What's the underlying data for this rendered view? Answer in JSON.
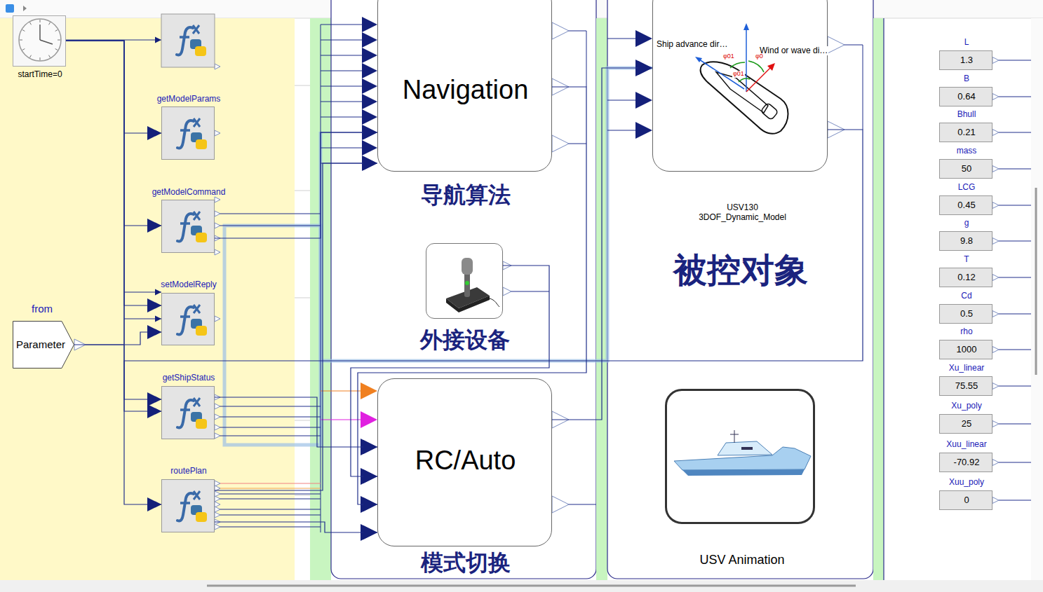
{
  "diagram": {
    "nodes": [
      {
        "text": [
          "startTime=0"
        ]
      },
      {
        "text": [
          "getModelParams"
        ]
      },
      {
        "text": [
          "getModelCommand"
        ]
      },
      {
        "text": [
          "setModelReply"
        ]
      },
      {
        "text": [
          "from",
          "Parameter"
        ]
      },
      {
        "text": [
          "getShipStatus"
        ]
      },
      {
        "text": [
          "routePlan"
        ]
      },
      {
        "text": [
          "Navigation",
          "导航算法"
        ]
      },
      {
        "text": [
          "外接设备"
        ]
      },
      {
        "text": [
          "RC/Auto",
          "模式切换"
        ]
      },
      {
        "text": [
          "USV130 3DOF_Dynamic_Model",
          "被控对象"
        ]
      },
      {
        "text": [
          "USV Animation"
        ]
      },
      {
        "text": [
          "L",
          "1.3"
        ]
      },
      {
        "text": [
          "B",
          "0.64"
        ]
      },
      {
        "text": [
          "Bhull",
          "0.21"
        ]
      },
      {
        "text": [
          "mass",
          "50"
        ]
      },
      {
        "text": [
          "LCG",
          "0.45"
        ]
      },
      {
        "text": [
          "g",
          "9.8"
        ]
      },
      {
        "text": [
          "T",
          "0.12"
        ]
      },
      {
        "text": [
          "Cd",
          "0.5"
        ]
      },
      {
        "text": [
          "rho",
          "1000"
        ]
      },
      {
        "text": [
          "Xu_linear",
          "75.55"
        ]
      },
      {
        "text": [
          "Xu_poly",
          "25"
        ]
      },
      {
        "text": [
          "Xuu_linear",
          "-70.92"
        ]
      },
      {
        "text": [
          "Xuu_poly",
          "0"
        ]
      }
    ],
    "edges": [
      {
        "from": 0,
        "to": 1,
        "arrow": "to"
      },
      {
        "from": 0,
        "to": 2,
        "arrow": "to"
      },
      {
        "from": 0,
        "to": 3,
        "arrow": "to"
      },
      {
        "from": 0,
        "to": 5,
        "arrow": "to"
      },
      {
        "from": 0,
        "to": 6,
        "arrow": "to"
      },
      {
        "from": 4,
        "to": 3,
        "arrow": "to"
      },
      {
        "from": 2,
        "to": 7,
        "arrow": "to"
      },
      {
        "from": 6,
        "to": 7,
        "arrow": "to"
      },
      {
        "from": 5,
        "to": 9,
        "arrow": "to"
      },
      {
        "from": 6,
        "to": 9,
        "arrow": "to"
      },
      {
        "from": 8,
        "to": 9,
        "arrow": "to"
      },
      {
        "from": 7,
        "to": 9,
        "arrow": "to"
      },
      {
        "from": 9,
        "to": 10,
        "arrow": "to"
      },
      {
        "from": 10,
        "to": 5,
        "arrow": "to"
      }
    ],
    "labels": [
      "Ship advance dir…",
      "Wind or wave di…",
      "φ01",
      "φ0",
      "φ01"
    ]
  }
}
